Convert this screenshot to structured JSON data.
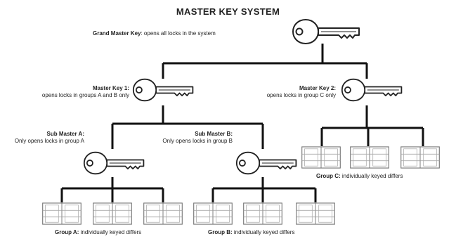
{
  "title": "MASTER KEY SYSTEM",
  "grand_master": {
    "name": "Grand Master Key",
    "desc": ": opens all locks in the system"
  },
  "master_key_1": {
    "name": "Master Key 1:",
    "desc": "opens locks in groups A and B only"
  },
  "master_key_2": {
    "name": "Master Key 2:",
    "desc": "opens locks in group C only"
  },
  "sub_master_a": {
    "name": "Sub Master A:",
    "desc": "Only opens locks in group A"
  },
  "sub_master_b": {
    "name": "Sub Master B:",
    "desc": "Only opens locks in group B"
  },
  "group_a": {
    "name": "Group A:",
    "desc": "individually keyed differs"
  },
  "group_b": {
    "name": "Group B:",
    "desc": "individually keyed differs"
  },
  "group_c": {
    "name": "Group C:",
    "desc": "individually keyed differs"
  },
  "line_color": "#111111",
  "key_color": "#ffffff"
}
